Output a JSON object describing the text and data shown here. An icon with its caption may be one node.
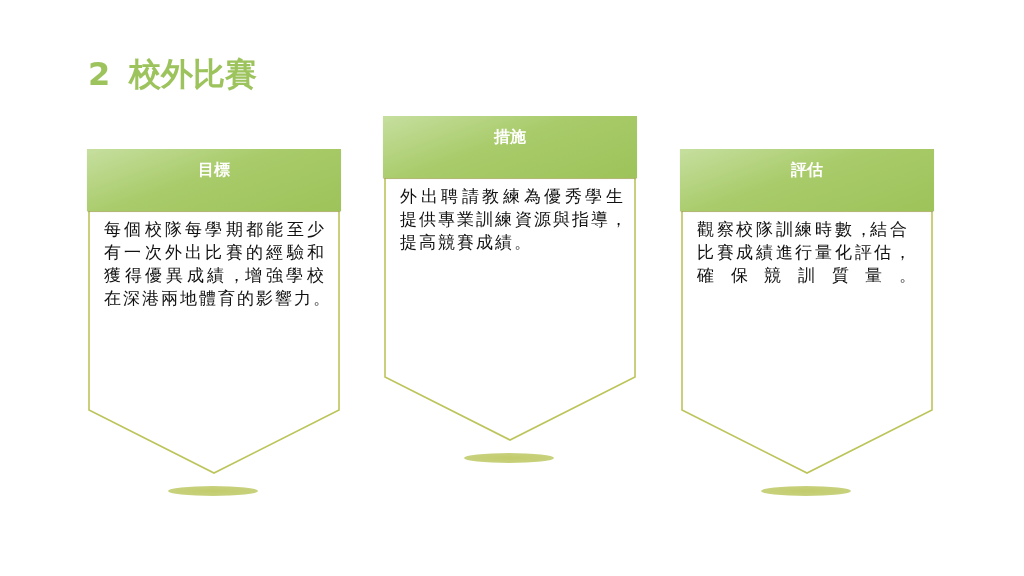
{
  "diagram": {
    "title": "2 校外比賽",
    "nodes": [
      {
        "text": [
          "目標",
          "每個校隊每學期都能至少有一次外出比賽的經驗和獲得優異成績，增強學校在深港兩地體育的影響力。"
        ]
      },
      {
        "text": [
          "措施",
          "外出聘請教練為優秀學生提供專業訓練資源與指導，提高競賽成績。"
        ]
      },
      {
        "text": [
          "評估",
          "觀察校隊訓練時數，結合比賽成績進行量化評估，確保競訓質量。"
        ]
      }
    ]
  }
}
